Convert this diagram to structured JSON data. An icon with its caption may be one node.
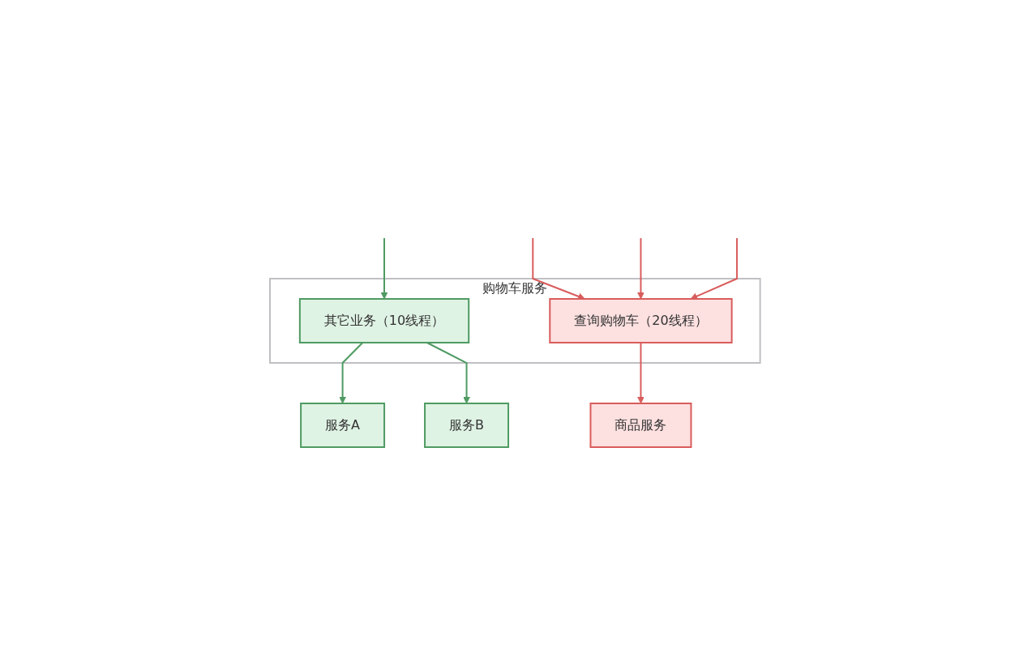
{
  "diagram": {
    "nodes": [
      {
        "text": [
          "购物车服务"
        ]
      },
      {
        "text": [
          "其它业务（10线程）"
        ],
        "in": 0
      },
      {
        "text": [
          "查询购物车（20线程）"
        ],
        "in": 0
      },
      {
        "text": [
          "服务A"
        ]
      },
      {
        "text": [
          "服务B"
        ]
      },
      {
        "text": [
          "商品服务"
        ]
      }
    ],
    "edges": [
      {
        "from": null,
        "to": 1,
        "arrow": "to",
        "color": "#4e9a62"
      },
      {
        "from": null,
        "to": 2,
        "arrow": "to",
        "color": "#d95c5c"
      },
      {
        "from": null,
        "to": 2,
        "arrow": "to",
        "color": "#d95c5c"
      },
      {
        "from": null,
        "to": 2,
        "arrow": "to",
        "color": "#d95c5c"
      },
      {
        "from": 1,
        "to": 3,
        "arrow": "to",
        "color": "#4e9a62"
      },
      {
        "from": 1,
        "to": 4,
        "arrow": "to",
        "color": "#4e9a62"
      },
      {
        "from": 2,
        "to": 5,
        "arrow": "to",
        "color": "#d95c5c"
      }
    ]
  }
}
